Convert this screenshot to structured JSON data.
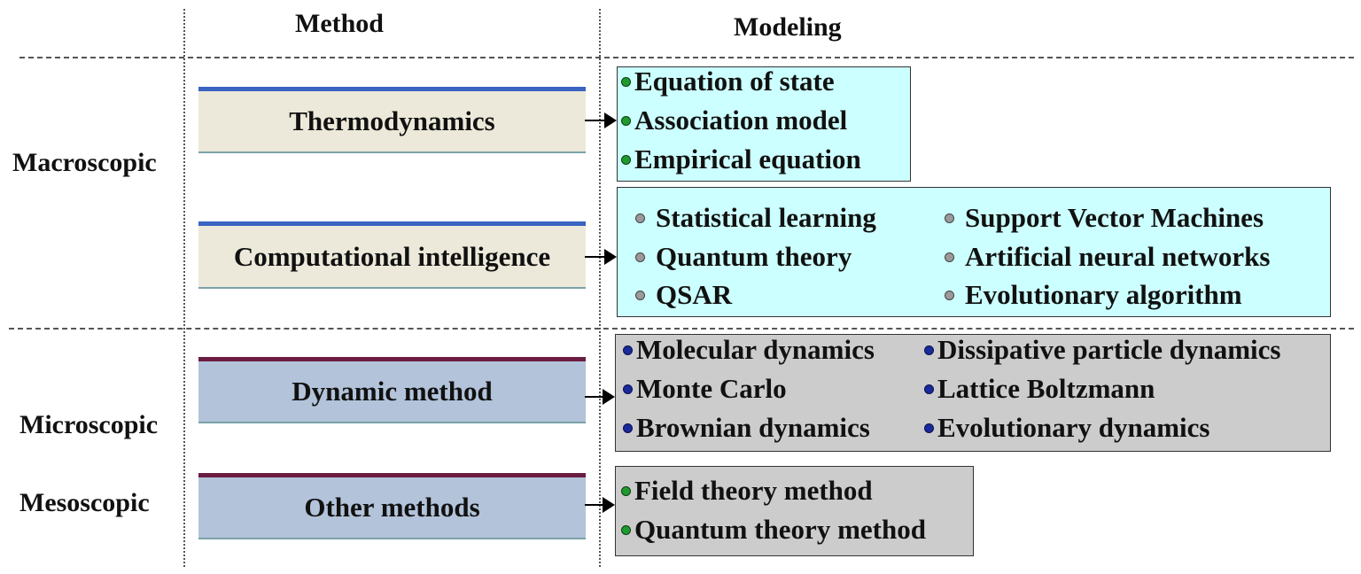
{
  "headers": {
    "method": "Method",
    "modeling": "Modeling"
  },
  "scales": {
    "macroscopic": "Macroscopic",
    "microscopic": "Microscopic",
    "mesoscopic": "Mesoscopic"
  },
  "methods": {
    "thermodynamics": "Thermodynamics",
    "computational_intelligence": "Computational intelligence",
    "dynamic_method": "Dynamic method",
    "other_methods": "Other methods"
  },
  "models": {
    "thermodynamics": [
      "Equation of state",
      "Association model",
      "Empirical equation"
    ],
    "computational_intelligence": {
      "left": [
        "Statistical learning",
        "Quantum theory",
        "QSAR"
      ],
      "right": [
        "Support Vector Machines",
        "Artificial neural networks",
        "Evolutionary algorithm"
      ]
    },
    "dynamic_method": {
      "left": [
        "Molecular dynamics",
        "Monte Carlo",
        "Brownian dynamics"
      ],
      "right": [
        "Dissipative particle dynamics",
        "Lattice Boltzmann",
        "Evolutionary dynamics"
      ]
    },
    "other_methods": [
      "Field theory method",
      "Quantum theory method"
    ]
  },
  "colors": {
    "macro_box_fill": "#ede9da",
    "micro_box_fill": "#b2c3da",
    "macro_bar": "#3a64c2",
    "micro_bar": "#6c1c40",
    "cyan_model_fill": "#ccffff",
    "gray_model_fill": "#cccccc"
  }
}
